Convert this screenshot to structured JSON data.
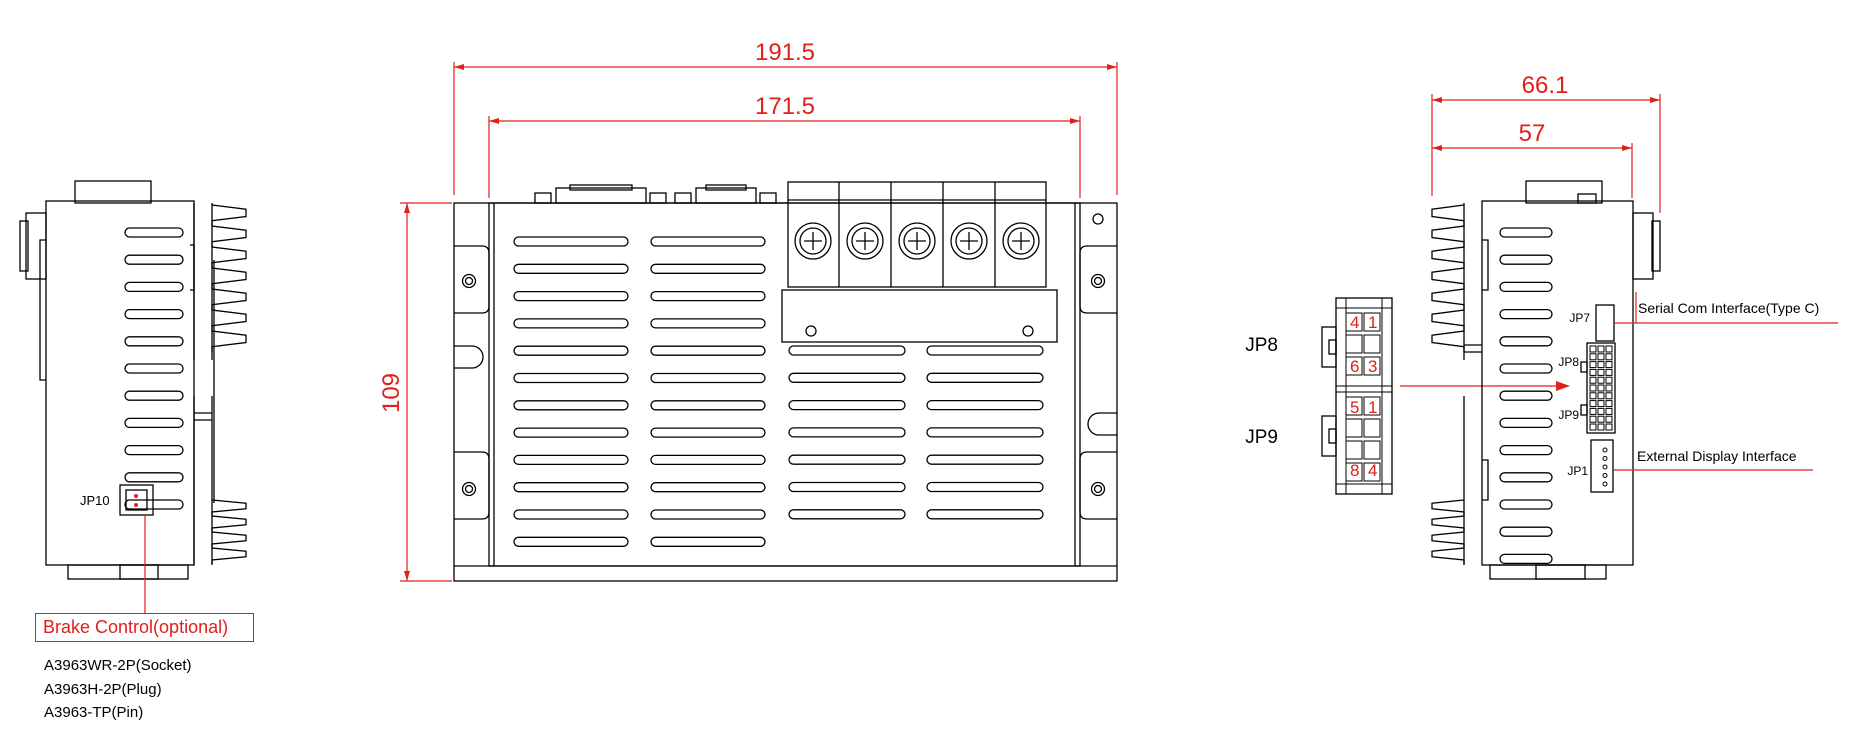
{
  "dimensions": {
    "front_outer_width": "191.5",
    "front_inner_width": "171.5",
    "front_height": "109",
    "side_outer_width": "66.1",
    "side_inner_width": "57"
  },
  "connectors": {
    "jp7": "JP7",
    "jp8": "JP8",
    "jp9": "JP9",
    "jp1": "JP1",
    "jp10": "JP10",
    "jp8_large": "JP8",
    "jp9_large": "JP9"
  },
  "pin_numbers": {
    "jp8": [
      "4",
      "1",
      "6",
      "3"
    ],
    "jp9": [
      "5",
      "1",
      "8",
      "4"
    ]
  },
  "callouts": {
    "serial_com": "Serial Com Interface(Type C)",
    "external_display": "External Display Interface",
    "brake_control": "Brake Control(optional)"
  },
  "brake_parts": [
    "A3963WR-2P(Socket)",
    "A3963H-2P(Plug)",
    "A3963-TP(Pin)"
  ],
  "colors": {
    "dimension": "#e0201a",
    "outline": "#000000"
  }
}
